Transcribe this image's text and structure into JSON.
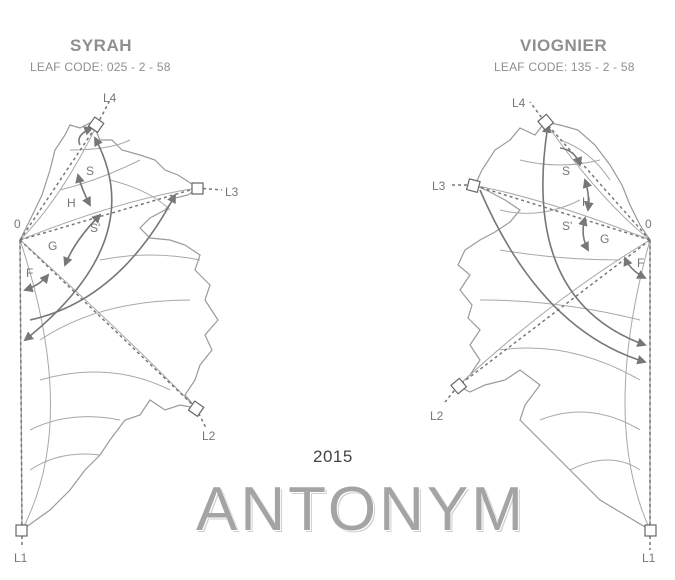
{
  "left_leaf": {
    "variety": "SYRAH",
    "leaf_code": "LEAF CODE: 025 - 2 - 58",
    "points": {
      "origin": "0",
      "l1": "L1",
      "l2": "L2",
      "l3": "L3",
      "l4": "L4"
    },
    "measures": {
      "s": "S",
      "h": "H",
      "s_prime": "S'",
      "g": "G",
      "f": "F"
    }
  },
  "right_leaf": {
    "variety": "VIOGNIER",
    "leaf_code": "LEAF CODE: 135 - 2 - 58",
    "points": {
      "origin": "0",
      "l1": "L1",
      "l2": "L2",
      "l3": "L3",
      "l4": "L4"
    },
    "measures": {
      "s": "S",
      "h": "H",
      "s_prime": "S'",
      "g": "G",
      "f": "F"
    }
  },
  "vintage": "2015",
  "brand": "ANTONYM",
  "colors": {
    "label": "#8f8f8f",
    "line": "#777777",
    "brand": "#a4a4a4"
  }
}
